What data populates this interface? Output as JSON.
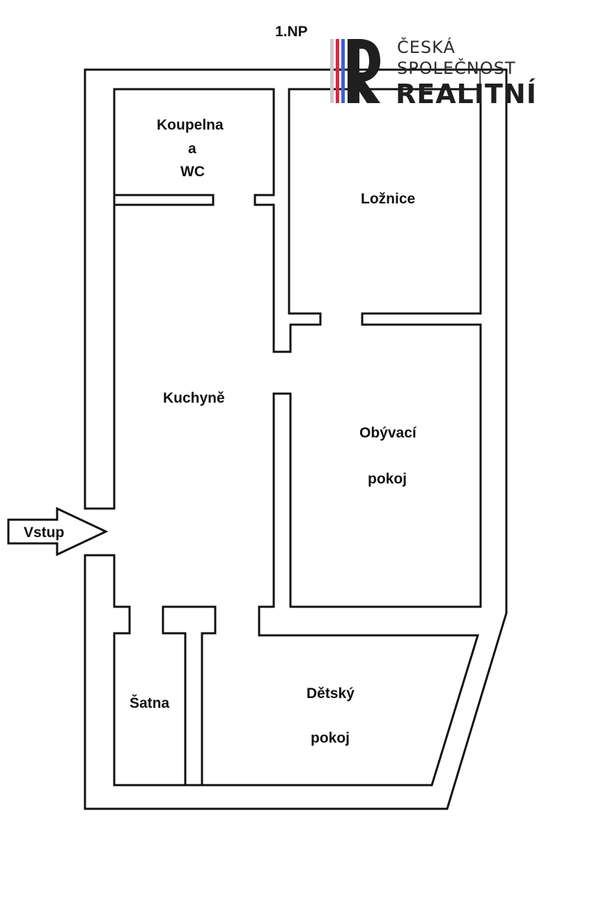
{
  "floor": {
    "label": "1.NP"
  },
  "logo": {
    "line1": "ČESKÁ",
    "line2": "SPOLEČNOST",
    "line3": "REALITNÍ",
    "colors": {
      "red": "#e0263b",
      "blue": "#3b5fd9",
      "dark": "#1f1f1f"
    }
  },
  "rooms": {
    "bathroom": {
      "line1": "Koupelna",
      "line2": "a",
      "line3": "WC"
    },
    "bedroom": {
      "label": "Ložnice"
    },
    "kitchen": {
      "label": "Kuchyně"
    },
    "living": {
      "line1": "Obývací",
      "line2": "pokoj"
    },
    "wardrobe": {
      "label": "Šatna"
    },
    "kids": {
      "line1": "Dětský",
      "line2": "pokoj"
    }
  },
  "entrance": {
    "label": "Vstup"
  }
}
